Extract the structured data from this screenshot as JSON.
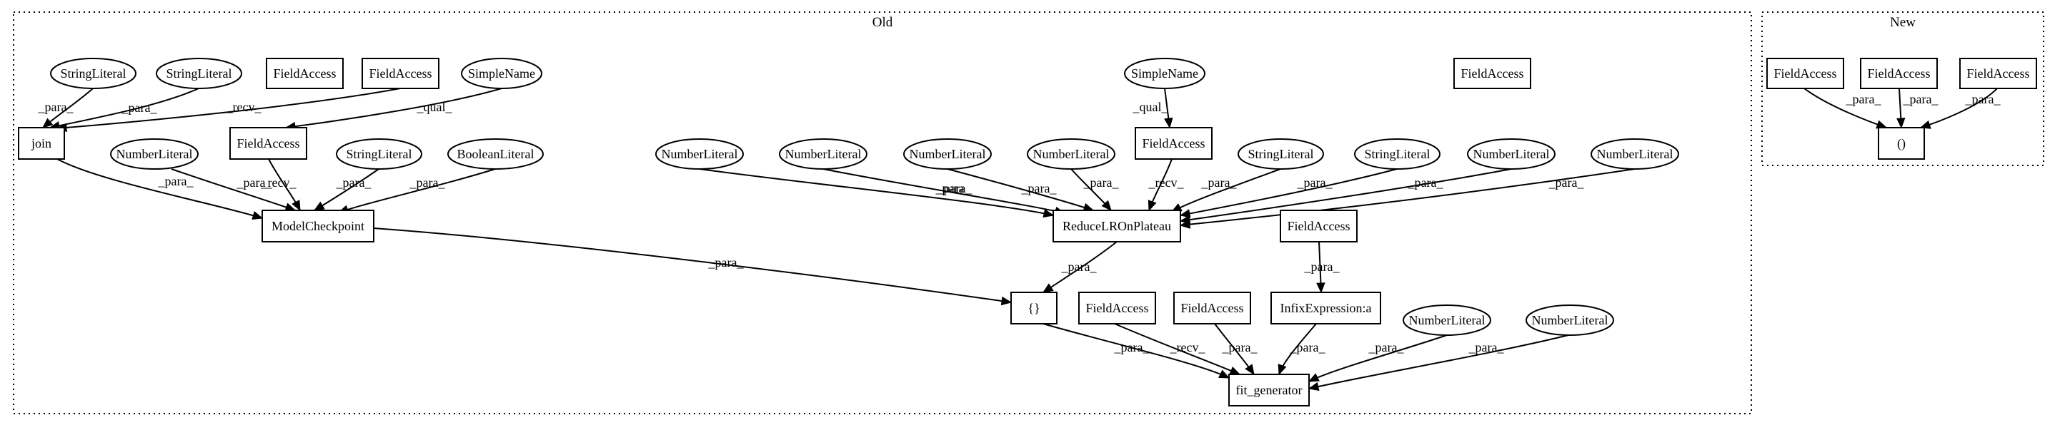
{
  "clusters": [
    {
      "id": "old",
      "label": "Old"
    },
    {
      "id": "new",
      "label": "New"
    }
  ],
  "nodes": [
    {
      "id": "s1",
      "label": "StringLiteral",
      "shape": "ellipse"
    },
    {
      "id": "s2",
      "label": "StringLiteral",
      "shape": "ellipse"
    },
    {
      "id": "fa_free1",
      "label": "FieldAccess",
      "shape": "box"
    },
    {
      "id": "fa_recv_join",
      "label": "FieldAccess",
      "shape": "box"
    },
    {
      "id": "sn1",
      "label": "SimpleName",
      "shape": "ellipse"
    },
    {
      "id": "join",
      "label": "join",
      "shape": "box"
    },
    {
      "id": "nl_mc",
      "label": "NumberLiteral",
      "shape": "ellipse"
    },
    {
      "id": "fa_mc",
      "label": "FieldAccess",
      "shape": "box"
    },
    {
      "id": "sl_mc",
      "label": "StringLiteral",
      "shape": "ellipse"
    },
    {
      "id": "bl_mc",
      "label": "BooleanLiteral",
      "shape": "ellipse"
    },
    {
      "id": "mc",
      "label": "ModelCheckpoint",
      "shape": "box"
    },
    {
      "id": "sn2",
      "label": "SimpleName",
      "shape": "ellipse"
    },
    {
      "id": "fa_free2",
      "label": "FieldAccess",
      "shape": "box"
    },
    {
      "id": "nl_r1",
      "label": "NumberLiteral",
      "shape": "ellipse"
    },
    {
      "id": "nl_r2",
      "label": "NumberLiteral",
      "shape": "ellipse"
    },
    {
      "id": "nl_r3",
      "label": "NumberLiteral",
      "shape": "ellipse"
    },
    {
      "id": "nl_r4",
      "label": "NumberLiteral",
      "shape": "ellipse"
    },
    {
      "id": "fa_r",
      "label": "FieldAccess",
      "shape": "box"
    },
    {
      "id": "sl_r1",
      "label": "StringLiteral",
      "shape": "ellipse"
    },
    {
      "id": "sl_r2",
      "label": "StringLiteral",
      "shape": "ellipse"
    },
    {
      "id": "nl_r5",
      "label": "NumberLiteral",
      "shape": "ellipse"
    },
    {
      "id": "nl_r6",
      "label": "NumberLiteral",
      "shape": "ellipse"
    },
    {
      "id": "rlr",
      "label": "ReduceLROnPlateau",
      "shape": "box"
    },
    {
      "id": "fa_infix",
      "label": "FieldAccess",
      "shape": "box"
    },
    {
      "id": "braces",
      "label": "{}",
      "shape": "box"
    },
    {
      "id": "fa_fg1",
      "label": "FieldAccess",
      "shape": "box"
    },
    {
      "id": "fa_fg2",
      "label": "FieldAccess",
      "shape": "box"
    },
    {
      "id": "infix",
      "label": "InfixExpression:a",
      "shape": "box"
    },
    {
      "id": "nl_fg1",
      "label": "NumberLiteral",
      "shape": "ellipse"
    },
    {
      "id": "nl_fg2",
      "label": "NumberLiteral",
      "shape": "ellipse"
    },
    {
      "id": "fg",
      "label": "fit_generator",
      "shape": "box"
    },
    {
      "id": "fa_n1",
      "label": "FieldAccess",
      "shape": "box"
    },
    {
      "id": "fa_n2",
      "label": "FieldAccess",
      "shape": "box"
    },
    {
      "id": "fa_n3",
      "label": "FieldAccess",
      "shape": "box"
    },
    {
      "id": "parens",
      "label": "()",
      "shape": "box"
    }
  ],
  "edges": [
    {
      "from": "s1",
      "to": "join",
      "label": "_para_"
    },
    {
      "from": "s2",
      "to": "join",
      "label": "_para_"
    },
    {
      "from": "fa_recv_join",
      "to": "join",
      "label": "_recv_"
    },
    {
      "from": "sn1",
      "to": "fa_mc",
      "label": "_qual_"
    },
    {
      "from": "join",
      "to": "mc",
      "label": "_para_"
    },
    {
      "from": "nl_mc",
      "to": "mc",
      "label": "_para_"
    },
    {
      "from": "fa_mc",
      "to": "mc",
      "label": "_recv_"
    },
    {
      "from": "sl_mc",
      "to": "mc",
      "label": "_para_"
    },
    {
      "from": "bl_mc",
      "to": "mc",
      "label": "_para_"
    },
    {
      "from": "mc",
      "to": "braces",
      "label": "_para_"
    },
    {
      "from": "sn2",
      "to": "fa_r",
      "label": "_qual_"
    },
    {
      "from": "nl_r1",
      "to": "rlr",
      "label": "_para_"
    },
    {
      "from": "nl_r2",
      "to": "rlr",
      "label": "_para_"
    },
    {
      "from": "nl_r3",
      "to": "rlr",
      "label": "_para_"
    },
    {
      "from": "nl_r4",
      "to": "rlr",
      "label": "_para_"
    },
    {
      "from": "fa_r",
      "to": "rlr",
      "label": "_recv_"
    },
    {
      "from": "sl_r1",
      "to": "rlr",
      "label": "_para_"
    },
    {
      "from": "sl_r2",
      "to": "rlr",
      "label": "_para_"
    },
    {
      "from": "nl_r5",
      "to": "rlr",
      "label": "_para_"
    },
    {
      "from": "nl_r6",
      "to": "rlr",
      "label": "_para_"
    },
    {
      "from": "rlr",
      "to": "braces",
      "label": "_para_"
    },
    {
      "from": "fa_infix",
      "to": "infix",
      "label": "_para_"
    },
    {
      "from": "braces",
      "to": "fg",
      "label": "_para_"
    },
    {
      "from": "fa_fg1",
      "to": "fg",
      "label": "_recv_"
    },
    {
      "from": "fa_fg2",
      "to": "fg",
      "label": "_para_"
    },
    {
      "from": "infix",
      "to": "fg",
      "label": "_para_"
    },
    {
      "from": "nl_fg1",
      "to": "fg",
      "label": "_para_"
    },
    {
      "from": "nl_fg2",
      "to": "fg",
      "label": "_para_"
    },
    {
      "from": "fa_n1",
      "to": "parens",
      "label": "_para_"
    },
    {
      "from": "fa_n2",
      "to": "parens",
      "label": "_para_"
    },
    {
      "from": "fa_n3",
      "to": "parens",
      "label": "_para_"
    }
  ]
}
